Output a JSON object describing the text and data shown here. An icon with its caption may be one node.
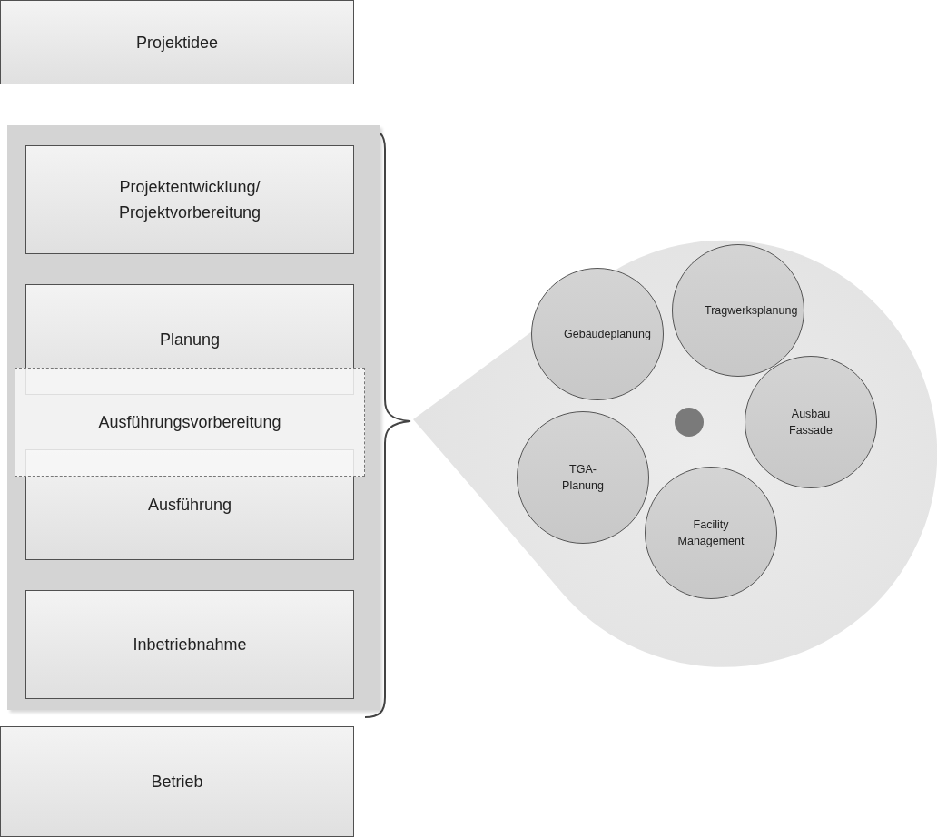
{
  "diagram": {
    "nodes": [
      {
        "text": [
          "Projektidee"
        ]
      },
      {
        "text": [],
        "shape": "box"
      },
      {
        "text": [
          "Projektentwicklung/ Projektvorbereitung"
        ],
        "in": 1
      },
      {
        "text": [
          "Planung"
        ],
        "in": 1
      },
      {
        "text": [
          "Ausführung"
        ],
        "in": 1
      },
      {
        "text": [
          "Ausführungsvorbereitung"
        ],
        "in": 1
      },
      {
        "text": [
          "Inbetriebnahme"
        ],
        "in": 1
      },
      {
        "text": [
          "Betrieb"
        ]
      },
      {
        "text": [],
        "shape": "drop"
      },
      {
        "text": [
          "Gebäudeplanung"
        ],
        "in": 8
      },
      {
        "text": [
          "Tragwerksplanung"
        ],
        "in": 8
      },
      {
        "text": [
          "Ausbau Fassade"
        ],
        "in": 8
      },
      {
        "text": [
          "TGA-Planung"
        ],
        "in": 8
      },
      {
        "text": [
          "Facility Management"
        ],
        "in": 8
      },
      {
        "text": [],
        "shape": "circle",
        "in": 8
      }
    ],
    "edges": []
  }
}
